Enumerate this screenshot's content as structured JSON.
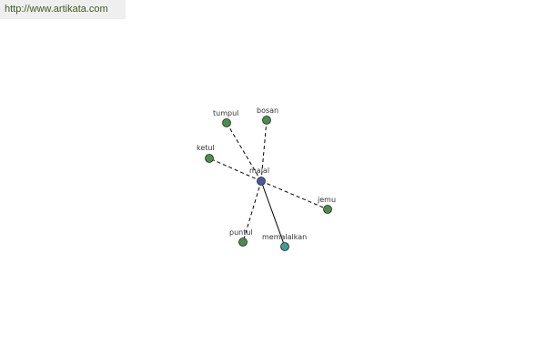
{
  "header": {
    "source_url": "http://www.artikata.com"
  },
  "graph": {
    "center": {
      "label": "malal",
      "color": "#4a5aa0"
    },
    "nodes": [
      {
        "label": "tumpul",
        "color": "#4e8b4e",
        "link": "dashed"
      },
      {
        "label": "bosan",
        "color": "#4e8b4e",
        "link": "dashed"
      },
      {
        "label": "ketul",
        "color": "#4e8b4e",
        "link": "dashed"
      },
      {
        "label": "jemu",
        "color": "#4e8b4e",
        "link": "dashed"
      },
      {
        "label": "puntul",
        "color": "#4e8b4e",
        "link": "dashed"
      },
      {
        "label": "memalalkan",
        "color": "#3f9a9a",
        "link": "solid"
      }
    ]
  }
}
